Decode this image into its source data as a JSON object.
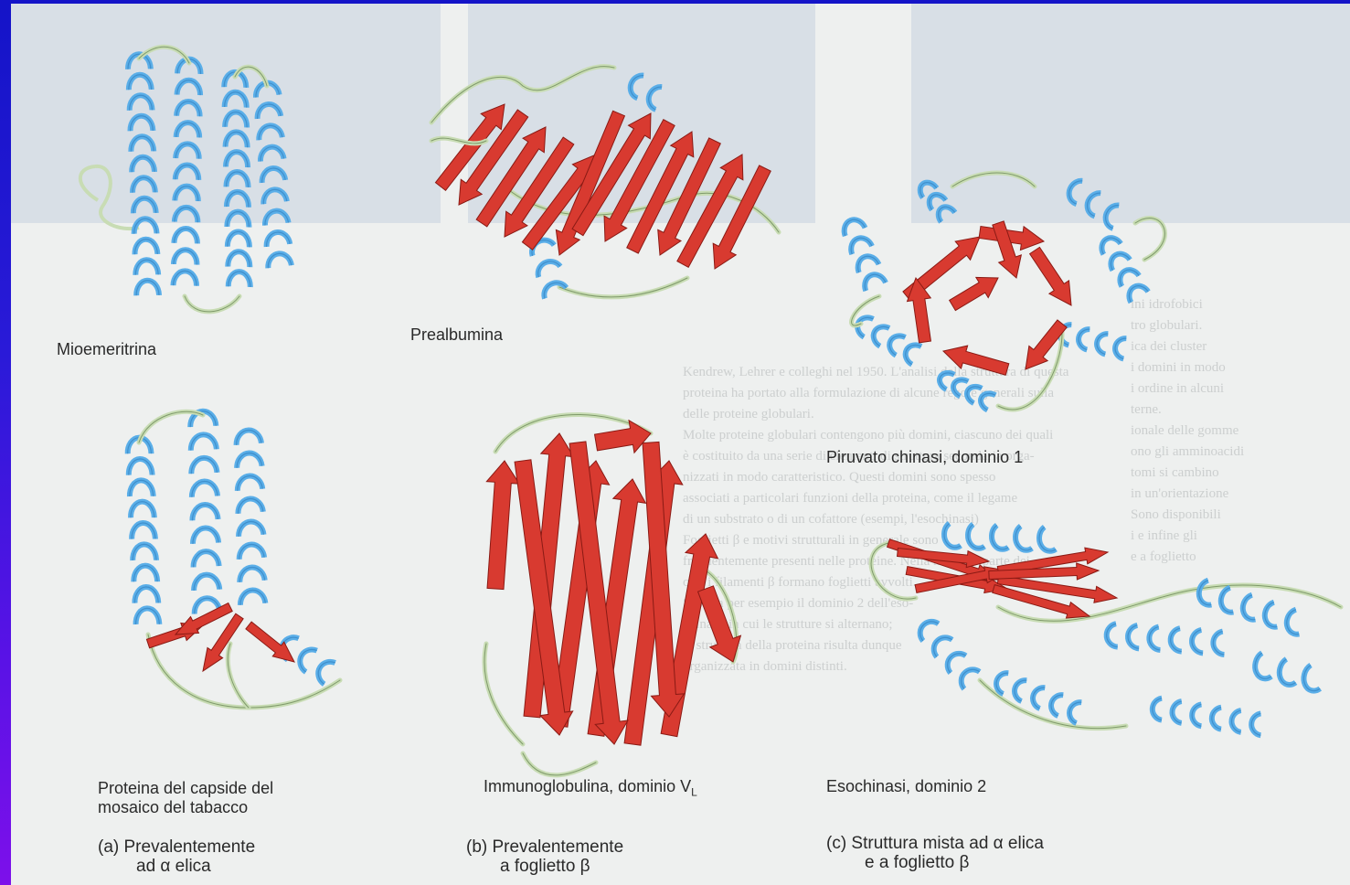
{
  "colors": {
    "helix": "#5aaee8",
    "sheet": "#d83a30",
    "loop": "#c8dcb4",
    "caption": "#2a2a2a",
    "frame": "#1a18d0"
  },
  "captions": {
    "mioemeritrina": "Mioemeritrina",
    "prealbumina": "Prealbumina",
    "piruvato": "Piruvato chinasi, dominio 1",
    "capside_line1": "Proteina del capside del",
    "capside_line2": "mosaico del tabacco",
    "immuno": "Immunoglobulina, dominio V",
    "immuno_sub": "L",
    "esochinasi": "Esochinasi, dominio 2"
  },
  "categories": {
    "a_label": "(a) Prevalentemente",
    "a_line2": "ad α elica",
    "b_label": "(b) Prevalentemente",
    "b_line2": "a foglietto β",
    "c_label": "(c) Struttura mista ad α elica",
    "c_line2": "e a foglietto β"
  },
  "background_text": {
    "middle": [
      "Kendrew, Lehrer e colleghi nel 1950. L'analisi della struttura di questa",
      "proteina ha portato alla formulazione di alcune regole generali sulla",
      "delle proteine globulari.",
      "Molte proteine globulari contengono più domini, ciascuno dei quali",
      "è costituito da una serie di elementi di struttura secondaria orga-",
      "nizzati in modo caratteristico. Questi domini sono spesso",
      "associati a particolari funzioni della proteina, come il legame",
      "di un substrato o di un cofattore (esempi, l'esochinasi)",
      "Foglietti β e motivi strutturali in generale sono",
      "frequentemente presenti nelle proteine. Nella maggior parte dei",
      "casi i filamenti β formano foglietti avvolti.",
      "Si veda per esempio il dominio 2 dell'eso-",
      "chinasi, in cui le strutture si alternano;",
      "la struttura della proteina risulta dunque",
      "organizzata in domini distinti."
    ],
    "right": [
      "ini idrofobici",
      "tro globulari.",
      "ica dei cluster",
      "i domini in modo",
      "i ordine in alcuni",
      "terne.",
      "ionale delle gomme",
      "ono gli amminoacidi",
      "tomi si cambino",
      "in un'orientazione",
      "Sono disponibili",
      "i e infine gli",
      "e a foglietto"
    ]
  }
}
